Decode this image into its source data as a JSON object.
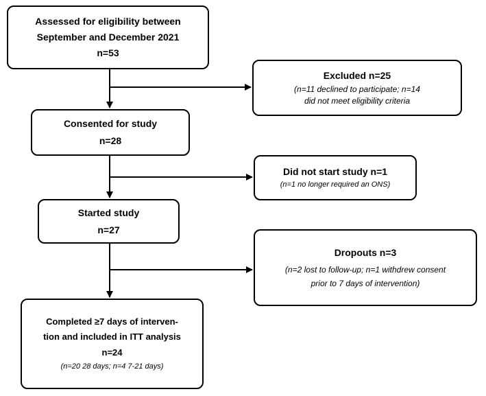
{
  "boxes": {
    "assessed": {
      "line1": "Assessed for eligibility between",
      "line2": "September and December 2021",
      "count": "n=53"
    },
    "excluded": {
      "title": "Excluded n=25",
      "detail1": "(n=11 declined to participate; n=14",
      "detail2": "did not meet eligibility criteria"
    },
    "consented": {
      "title": "Consented for study",
      "count": "n=28"
    },
    "not_started": {
      "title": "Did not start study n=1",
      "detail": "(n=1 no longer required an ONS)"
    },
    "started": {
      "title": "Started study",
      "count": "n=27"
    },
    "dropouts": {
      "title": "Dropouts n=3",
      "detail1": "(n=2 lost to follow-up; n=1 withdrew consent",
      "detail2": "prior to 7 days of intervention)"
    },
    "completed": {
      "line1": "Completed ≥7 days of interven-",
      "line2": "tion and included in ITT analysis",
      "count": "n=24",
      "detail": "(n=20 28 days; n=4 7-21 days)"
    }
  }
}
